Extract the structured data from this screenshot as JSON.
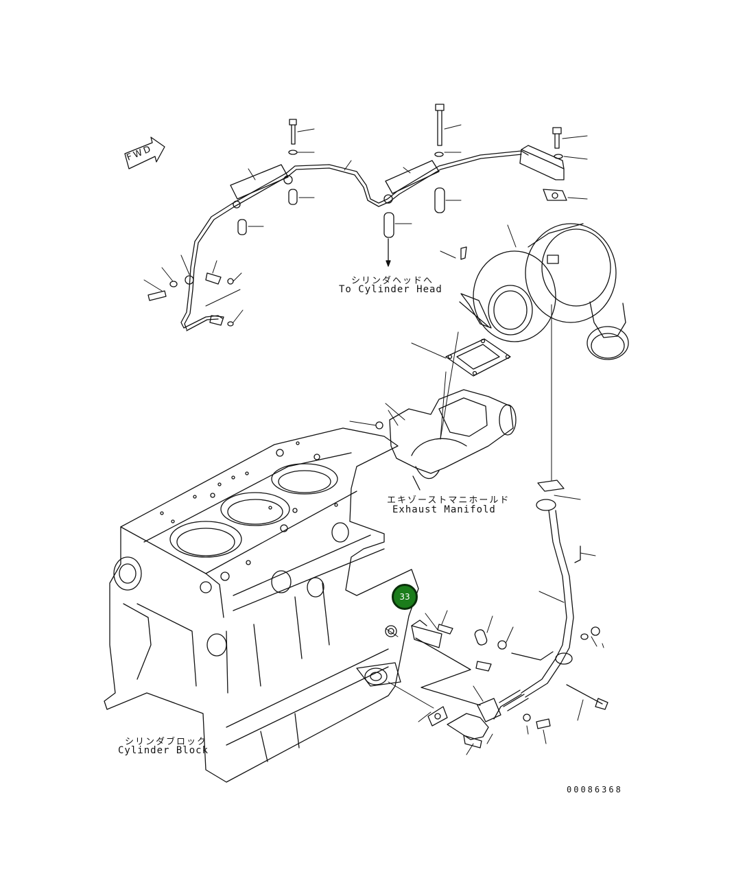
{
  "fwd_label": "FWD",
  "labels": {
    "cyl_head_jp": "シリンダヘッドへ",
    "cyl_head_en": "To Cylinder Head",
    "exh_jp": "エキゾーストマニホールド",
    "exh_en": "Exhaust Manifold",
    "block_jp": "シリンダブロック",
    "block_en": "Cylinder Block"
  },
  "callout": {
    "number": "33",
    "color": "#1b7d1b"
  },
  "drawing_code": "00086368"
}
